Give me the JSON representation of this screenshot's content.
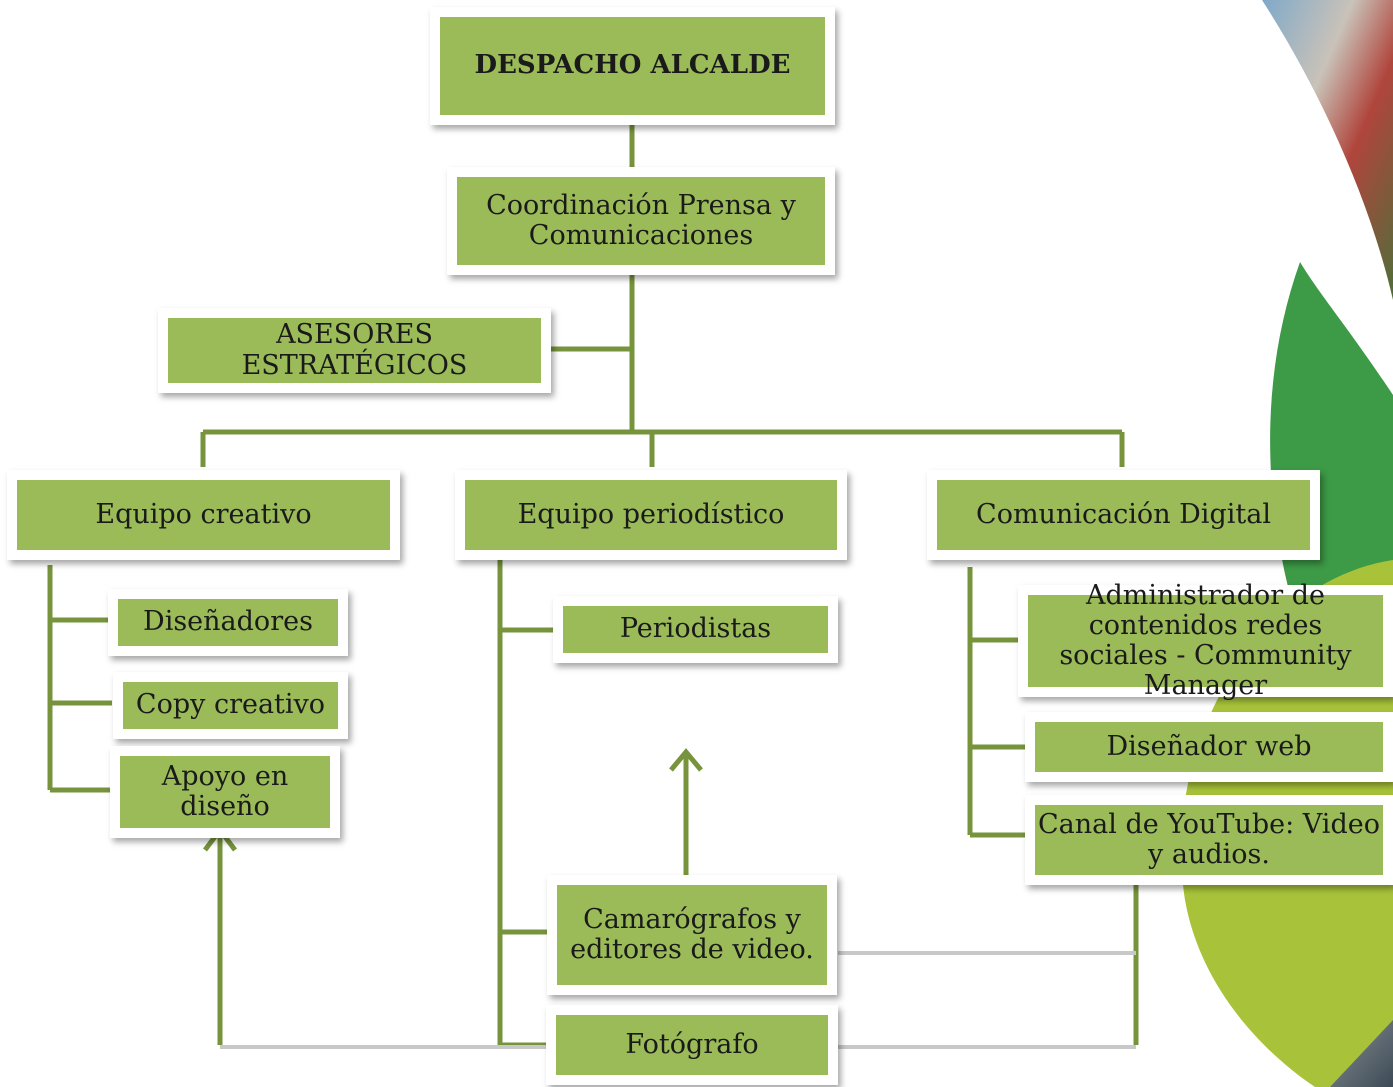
{
  "colors": {
    "box_fill": "#9bbb59",
    "connector": "#77933c",
    "photo_link": "#c8c8c8",
    "leaf_dark": "#3d9a46",
    "leaf_light": "#a8c33a"
  },
  "org_chart": {
    "top": "DESPACHO ALCALDE",
    "coordination": "Coordinación Prensa y Comunicaciones",
    "advisors": "ASESORES ESTRATÉGICOS",
    "teams": [
      {
        "name": "Equipo creativo",
        "members": [
          "Diseñadores",
          "Copy creativo",
          "Apoyo en diseño"
        ]
      },
      {
        "name": "Equipo periodístico",
        "members": [
          "Periodistas",
          "Camarógrafos y editores de video.",
          "Fotógrafo"
        ]
      },
      {
        "name": "Comunicación Digital",
        "members": [
          "Administrador de contenidos redes sociales - Community Manager",
          "Diseñador web",
          "Canal de YouTube: Video y audios."
        ]
      }
    ]
  }
}
